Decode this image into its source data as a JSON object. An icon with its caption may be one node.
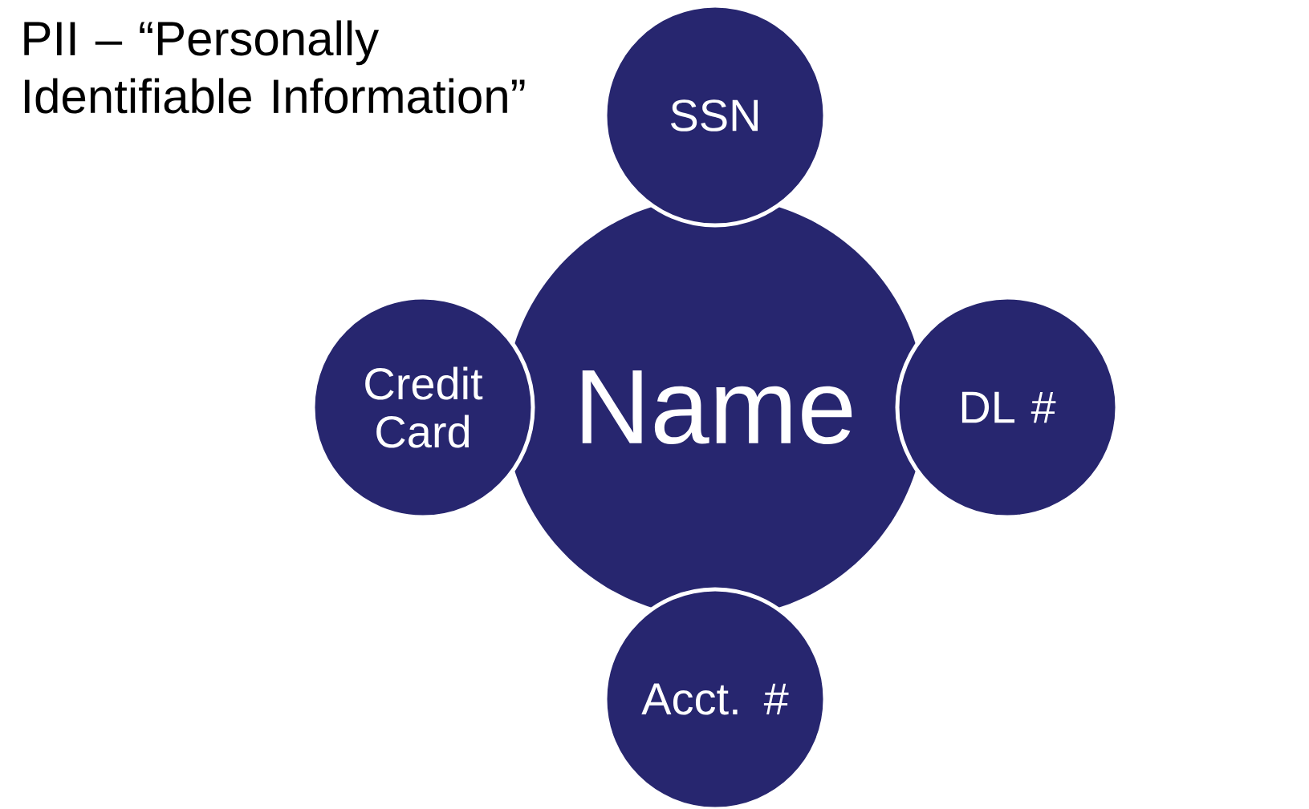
{
  "diagram": {
    "title": "PII – “Personally Identifiable Information”",
    "nodes": [
      {
        "text": [
          "Name"
        ]
      },
      {
        "text": [
          "SSN"
        ]
      },
      {
        "text": [
          "Credit Card"
        ]
      },
      {
        "text": [
          "DL #"
        ]
      },
      {
        "text": [
          "Acct. #"
        ]
      }
    ]
  }
}
